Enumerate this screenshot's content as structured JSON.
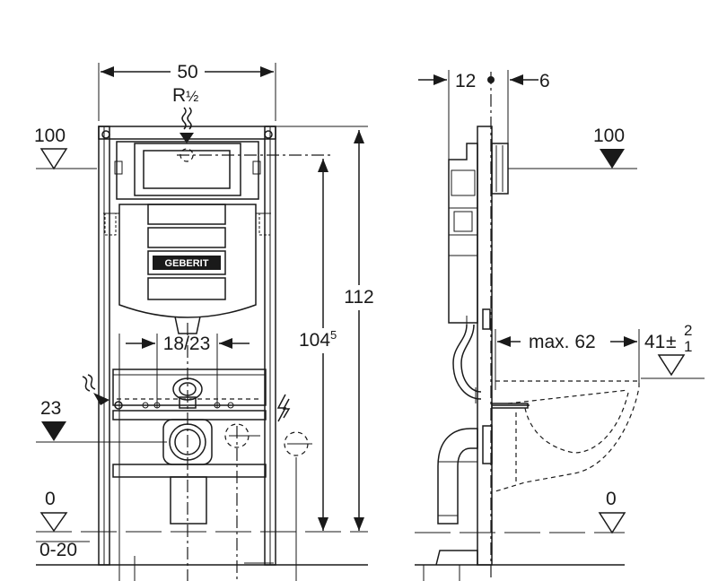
{
  "front_view": {
    "width_dim": "50",
    "thread_label": "R1/2",
    "thread_label_base": "R",
    "thread_label_fraction": "½",
    "top_level": "100",
    "mid_level": "23",
    "floor_level": "0",
    "floor_range": "0-20",
    "spacing_dim": "18/23",
    "height_dim_inner_base": "104",
    "height_dim_inner_sup": "5",
    "height_dim_outer": "112",
    "brand_logo": "GEBERIT"
  },
  "side_view": {
    "depth_dim_left": "12",
    "depth_dim_right": "6",
    "top_level": "100",
    "projection_dim": "max. 62",
    "seat_height_base": "41",
    "seat_height_tol_plus": "2",
    "seat_height_tol_minus": "1",
    "seat_height_pm": "±",
    "floor_level": "0"
  },
  "colors": {
    "line": "#1a1a1a",
    "background": "#ffffff",
    "panel_fill": "#e9e9e9"
  }
}
